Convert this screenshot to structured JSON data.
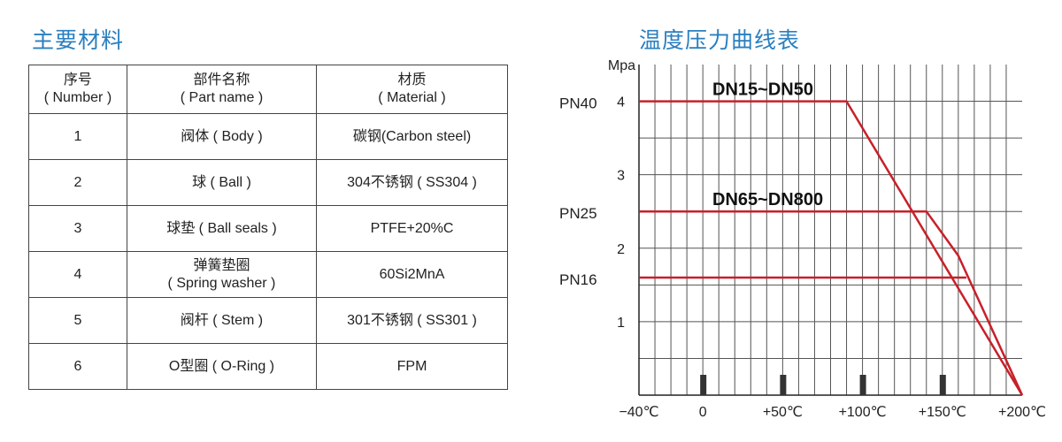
{
  "materials": {
    "title": "主要材料",
    "headers": [
      {
        "cn": "序号",
        "en": "( Number )"
      },
      {
        "cn": "部件名称",
        "en": "( Part  name )"
      },
      {
        "cn": "材质",
        "en": "( Material )"
      }
    ],
    "rows": [
      {
        "num": "1",
        "part": "阀体 ( Body )",
        "part2": "",
        "material": "碳钢(Carbon steel)"
      },
      {
        "num": "2",
        "part": "球 ( Ball )",
        "part2": "",
        "material": "304不锈钢 ( SS304 )"
      },
      {
        "num": "3",
        "part": "球垫 ( Ball seals )",
        "part2": "",
        "material": "PTFE+20%C"
      },
      {
        "num": "4",
        "part": "弹簧垫圈",
        "part2": "( Spring washer )",
        "material": "60Si2MnA"
      },
      {
        "num": "5",
        "part": "阀杆 ( Stem )",
        "part2": "",
        "material": "301不锈钢 ( SS301 )"
      },
      {
        "num": "6",
        "part": "O型圈 ( O-Ring )",
        "part2": "",
        "material": "FPM"
      }
    ]
  },
  "chart_data": {
    "type": "line",
    "title": "温度压力曲线表",
    "ylabel": "Mpa",
    "xlabel": "",
    "xlim": [
      -40,
      200
    ],
    "ylim": [
      0,
      4.5
    ],
    "x_ticks": [
      {
        "value": -40,
        "label": "−40℃"
      },
      {
        "value": 0,
        "label": "0"
      },
      {
        "value": 50,
        "label": "+50℃"
      },
      {
        "value": 100,
        "label": "+100℃"
      },
      {
        "value": 150,
        "label": "+150℃"
      },
      {
        "value": 200,
        "label": "+200℃"
      }
    ],
    "x_markers": [
      0,
      50,
      100,
      150
    ],
    "y_ticks": [
      1,
      2,
      3,
      4
    ],
    "pn_labels": [
      {
        "label": "PN40",
        "value": 4.0
      },
      {
        "label": "PN25",
        "value": 2.5
      },
      {
        "label": "PN16",
        "value": 1.6
      }
    ],
    "grid": true,
    "series": [
      {
        "name": "DN15~DN50",
        "points": [
          [
            -40,
            4.0
          ],
          [
            90,
            4.0
          ],
          [
            200,
            0
          ]
        ]
      },
      {
        "name": "DN65~DN800",
        "points": [
          [
            -40,
            2.5
          ],
          [
            140,
            2.5
          ],
          [
            160,
            1.9
          ],
          [
            200,
            0
          ]
        ]
      },
      {
        "name": "",
        "points": [
          [
            -40,
            1.6
          ],
          [
            165,
            1.6
          ]
        ]
      }
    ],
    "colors": {
      "line": "#c8202a",
      "grid": "#555555",
      "marker": "#333333"
    }
  }
}
